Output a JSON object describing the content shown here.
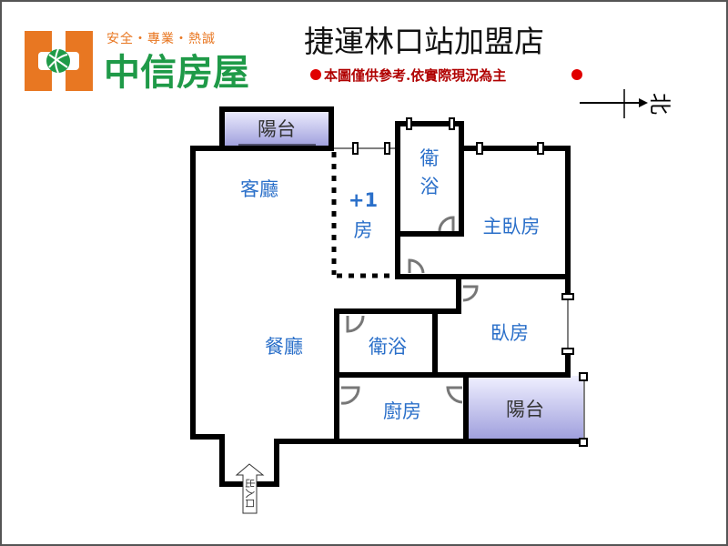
{
  "header": {
    "logo": {
      "slogan": "安全・專業・熱誠",
      "brand": "中信房屋",
      "brand_colors": {
        "orange": "#e87722",
        "green": "#1f9a48"
      }
    },
    "title": "捷運林口站加盟店",
    "note": "本圖僅供參考.依實際現況為主",
    "note_color": "#e00000"
  },
  "compass": {
    "direction_label": "北"
  },
  "floorplan": {
    "rooms": {
      "balcony_top": "陽台",
      "living_room": "客廳",
      "extra_room_plus": "+1",
      "extra_room": "房",
      "bathroom_top_1": "衛",
      "bathroom_top_2": "浴",
      "master_bedroom": "主臥房",
      "dining_room": "餐廳",
      "bathroom": "衛浴",
      "bedroom": "臥房",
      "kitchen": "廚房",
      "balcony_bottom": "陽台"
    },
    "entrance_label": "出入口",
    "label_color": "#2a6fc9",
    "balcony_color": "#b8b8e8"
  }
}
